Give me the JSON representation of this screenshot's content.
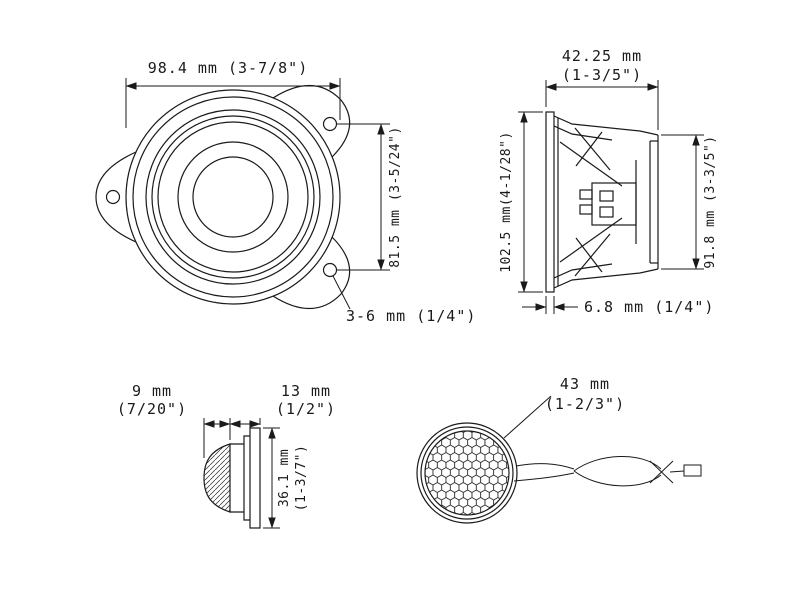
{
  "colors": {
    "ink": "#1a1a1a",
    "background": "#ffffff"
  },
  "woofer_front": {
    "width_label": "98.4 mm (3-7/8\")",
    "height_label": "81.5 mm (3-5/24\")",
    "hole_label": "3-6 mm (1/4\")"
  },
  "woofer_side": {
    "depth_label_mm": "42.25 mm",
    "depth_label_in": "(1-3/5\")",
    "height_label": "102.5 mm(4-1/28\")",
    "rear_height_label": "91.8 mm (3-3/5\")",
    "flange_label": "6.8 mm (1/4\")"
  },
  "tweeter_side": {
    "front_depth_mm": "9 mm",
    "front_depth_in": "(7/20\")",
    "flange_depth_mm": "13 mm",
    "flange_depth_in": "(1/2\")",
    "height_mm": "36.1 mm",
    "height_in": "(1-3/7\")"
  },
  "tweeter_front": {
    "diameter_mm": "43 mm",
    "diameter_in": "(1-2/3\")"
  }
}
